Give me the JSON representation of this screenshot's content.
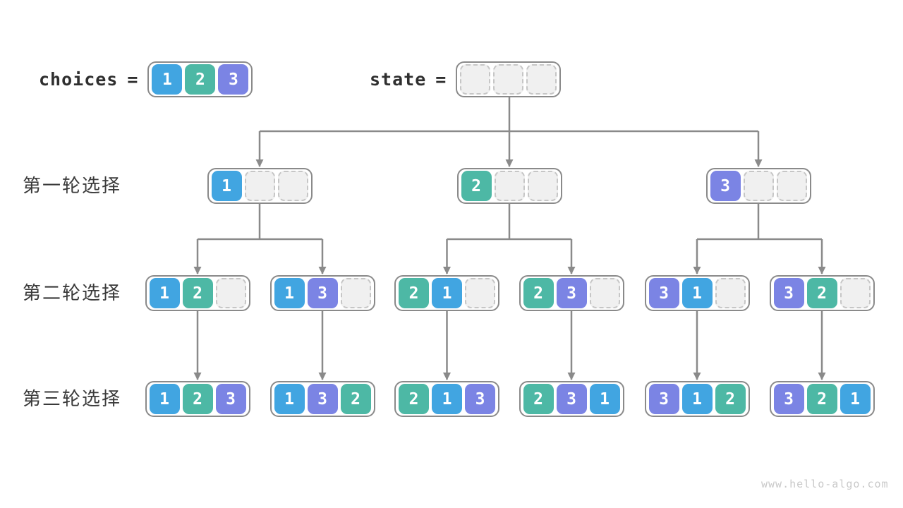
{
  "title_row": {
    "choices_label": "choices",
    "equals": "=",
    "state_label": "state",
    "choices": [
      1,
      2,
      3
    ],
    "state": [
      null,
      null,
      null
    ]
  },
  "rows": [
    {
      "label": "第一轮选择",
      "nodes": [
        [
          1,
          null,
          null
        ],
        [
          2,
          null,
          null
        ],
        [
          3,
          null,
          null
        ]
      ]
    },
    {
      "label": "第二轮选择",
      "nodes": [
        [
          1,
          2,
          null
        ],
        [
          1,
          3,
          null
        ],
        [
          2,
          1,
          null
        ],
        [
          2,
          3,
          null
        ],
        [
          3,
          1,
          null
        ],
        [
          3,
          2,
          null
        ]
      ]
    },
    {
      "label": "第三轮选择",
      "nodes": [
        [
          1,
          2,
          3
        ],
        [
          1,
          3,
          2
        ],
        [
          2,
          1,
          3
        ],
        [
          2,
          3,
          1
        ],
        [
          3,
          1,
          2
        ],
        [
          3,
          2,
          1
        ]
      ]
    }
  ],
  "colors": {
    "value1": "#41A5E1",
    "value2": "#4DB8A5",
    "value3": "#7B84E4",
    "connector": "#8A8A8A",
    "empty_cell": "#F0F0F0"
  },
  "watermark": "www.hello-algo.com"
}
